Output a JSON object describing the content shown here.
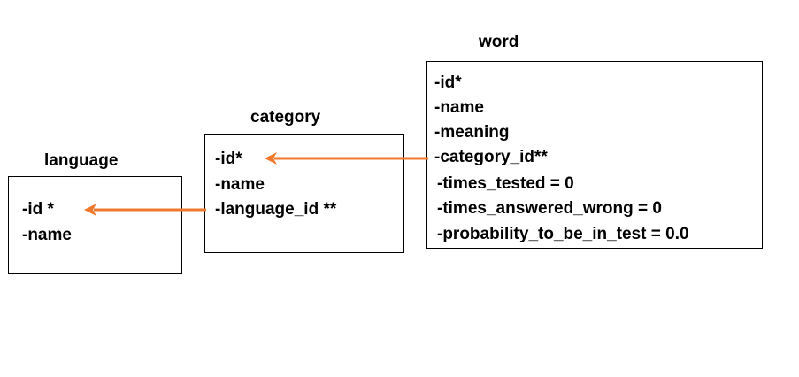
{
  "colors": {
    "arrow": "#f0782d",
    "border": "#000000",
    "text": "#000000"
  },
  "tables": {
    "word": {
      "title": "word",
      "fields": [
        "-id*",
        "-name",
        "-meaning",
        "-category_id**",
        "-times_tested = 0",
        "-times_answered_wrong = 0",
        "-probability_to_be_in_test = 0.0"
      ]
    },
    "category": {
      "title": "category",
      "fields": [
        "-id*",
        "-name",
        "-language_id **"
      ]
    },
    "language": {
      "title": "language",
      "fields": [
        "-id *",
        "-name"
      ]
    }
  },
  "relations": [
    {
      "from": "word.category_id",
      "to": "category.id"
    },
    {
      "from": "category.language_id",
      "to": "language.id"
    }
  ]
}
